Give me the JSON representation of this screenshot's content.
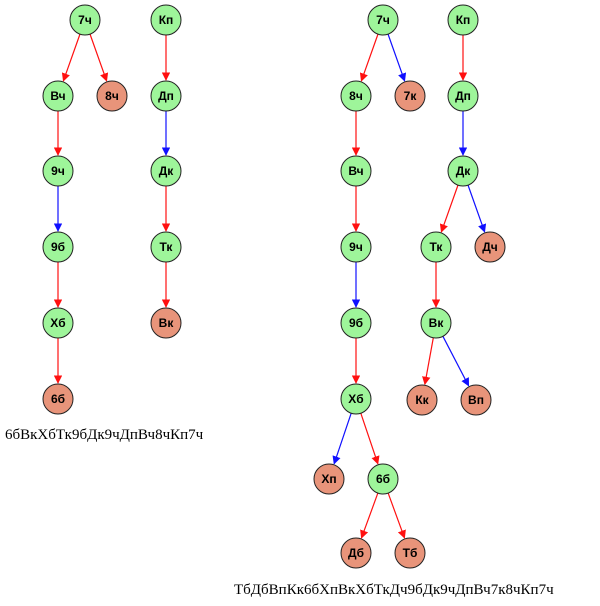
{
  "colors": {
    "node_green": "#9ef59a",
    "node_salmon": "#e8947a",
    "edge_red": "#ff1010",
    "edge_blue": "#1010ff",
    "stroke": "#222222"
  },
  "diagrams": [
    {
      "caption": "6бВкХбТк9бДк9чДпВч8чКп7ч",
      "nodes": [
        {
          "id": "a_7ch",
          "label": "7ч",
          "kind": "green"
        },
        {
          "id": "a_Vch",
          "label": "Вч",
          "kind": "green"
        },
        {
          "id": "a_8ch",
          "label": "8ч",
          "kind": "salmon"
        },
        {
          "id": "a_9ch",
          "label": "9ч",
          "kind": "green"
        },
        {
          "id": "a_9b",
          "label": "9б",
          "kind": "green"
        },
        {
          "id": "a_Xb",
          "label": "Хб",
          "kind": "green"
        },
        {
          "id": "a_6b",
          "label": "6б",
          "kind": "salmon"
        },
        {
          "id": "a_Kp",
          "label": "Кп",
          "kind": "green"
        },
        {
          "id": "a_Dp",
          "label": "Дп",
          "kind": "green"
        },
        {
          "id": "a_Dk",
          "label": "Дк",
          "kind": "green"
        },
        {
          "id": "a_Tk",
          "label": "Тк",
          "kind": "green"
        },
        {
          "id": "a_Vk",
          "label": "Вк",
          "kind": "salmon"
        }
      ],
      "edges": [
        {
          "from": "a_7ch",
          "to": "a_Vch",
          "color": "red"
        },
        {
          "from": "a_7ch",
          "to": "a_8ch",
          "color": "red"
        },
        {
          "from": "a_Vch",
          "to": "a_9ch",
          "color": "red"
        },
        {
          "from": "a_9ch",
          "to": "a_9b",
          "color": "blue"
        },
        {
          "from": "a_9b",
          "to": "a_Xb",
          "color": "red"
        },
        {
          "from": "a_Xb",
          "to": "a_6b",
          "color": "red"
        },
        {
          "from": "a_Kp",
          "to": "a_Dp",
          "color": "red"
        },
        {
          "from": "a_Dp",
          "to": "a_Dk",
          "color": "blue"
        },
        {
          "from": "a_Dk",
          "to": "a_Tk",
          "color": "red"
        },
        {
          "from": "a_Tk",
          "to": "a_Vk",
          "color": "red"
        }
      ]
    },
    {
      "caption": "ТбДбВпКк6бХпВкХбТкДч9бДк9чДпВч7к8чКп7ч",
      "nodes": [
        {
          "id": "b_7ch",
          "label": "7ч",
          "kind": "green"
        },
        {
          "id": "b_8ch",
          "label": "8ч",
          "kind": "green"
        },
        {
          "id": "b_7k",
          "label": "7к",
          "kind": "salmon"
        },
        {
          "id": "b_Vch",
          "label": "Вч",
          "kind": "green"
        },
        {
          "id": "b_9ch",
          "label": "9ч",
          "kind": "green"
        },
        {
          "id": "b_9b",
          "label": "9б",
          "kind": "green"
        },
        {
          "id": "b_Xb",
          "label": "Хб",
          "kind": "green"
        },
        {
          "id": "b_Xp",
          "label": "Хп",
          "kind": "salmon"
        },
        {
          "id": "b_6b",
          "label": "6б",
          "kind": "green"
        },
        {
          "id": "b_Db",
          "label": "Дб",
          "kind": "salmon"
        },
        {
          "id": "b_Tb",
          "label": "Тб",
          "kind": "salmon"
        },
        {
          "id": "b_Kp",
          "label": "Кп",
          "kind": "green"
        },
        {
          "id": "b_Dp",
          "label": "Дп",
          "kind": "green"
        },
        {
          "id": "b_Dk",
          "label": "Дк",
          "kind": "green"
        },
        {
          "id": "b_Tk",
          "label": "Тк",
          "kind": "green"
        },
        {
          "id": "b_Dch",
          "label": "Дч",
          "kind": "salmon"
        },
        {
          "id": "b_Vk",
          "label": "Вк",
          "kind": "green"
        },
        {
          "id": "b_Kk",
          "label": "Кк",
          "kind": "salmon"
        },
        {
          "id": "b_Vp",
          "label": "Вп",
          "kind": "salmon"
        }
      ],
      "edges": [
        {
          "from": "b_7ch",
          "to": "b_8ch",
          "color": "red"
        },
        {
          "from": "b_7ch",
          "to": "b_7k",
          "color": "blue"
        },
        {
          "from": "b_8ch",
          "to": "b_Vch",
          "color": "red"
        },
        {
          "from": "b_Vch",
          "to": "b_9ch",
          "color": "red"
        },
        {
          "from": "b_9ch",
          "to": "b_9b",
          "color": "blue"
        },
        {
          "from": "b_9b",
          "to": "b_Xb",
          "color": "red"
        },
        {
          "from": "b_Xb",
          "to": "b_Xp",
          "color": "blue"
        },
        {
          "from": "b_Xb",
          "to": "b_6b",
          "color": "red"
        },
        {
          "from": "b_6b",
          "to": "b_Db",
          "color": "red"
        },
        {
          "from": "b_6b",
          "to": "b_Tb",
          "color": "red"
        },
        {
          "from": "b_Kp",
          "to": "b_Dp",
          "color": "red"
        },
        {
          "from": "b_Dp",
          "to": "b_Dk",
          "color": "blue"
        },
        {
          "from": "b_Dk",
          "to": "b_Tk",
          "color": "red"
        },
        {
          "from": "b_Dk",
          "to": "b_Dch",
          "color": "blue"
        },
        {
          "from": "b_Tk",
          "to": "b_Vk",
          "color": "red"
        },
        {
          "from": "b_Vk",
          "to": "b_Kk",
          "color": "red"
        },
        {
          "from": "b_Vk",
          "to": "b_Vp",
          "color": "blue"
        }
      ]
    }
  ]
}
